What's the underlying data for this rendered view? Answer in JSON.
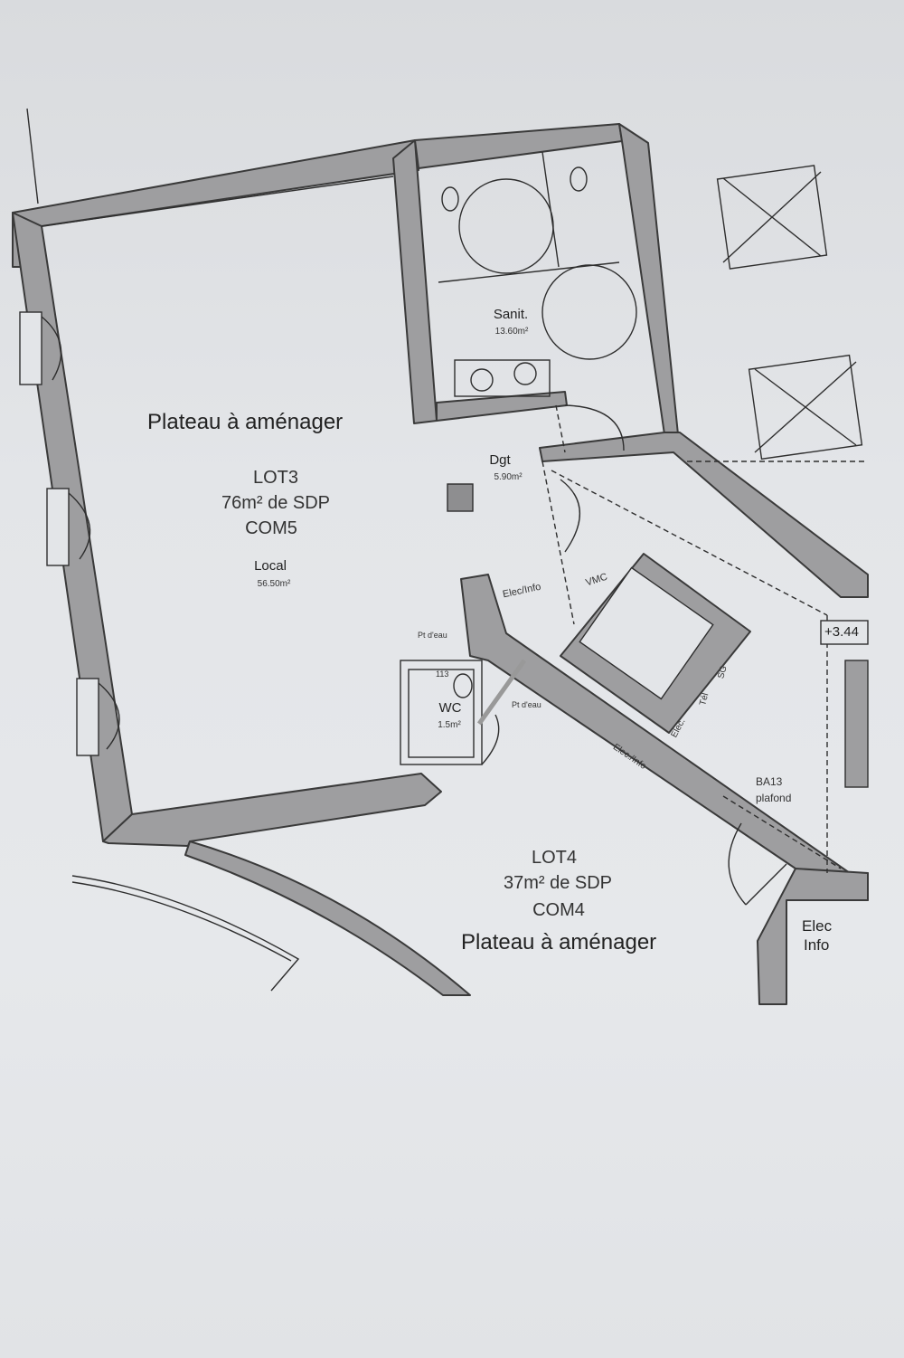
{
  "rooms": {
    "lot3_title": "Plateau à aménager",
    "lot3_lot": "LOT3",
    "lot3_area": "76m² de SDP",
    "lot3_com": "COM5",
    "local_name": "Local",
    "local_area": "56.50m²",
    "sanit_name": "Sanit.",
    "sanit_area": "13.60m²",
    "dgt_name": "Dgt",
    "dgt_area": "5.90m²",
    "wc_name": "WC",
    "wc_area": "1.5m²",
    "wc_dim": "113",
    "lot4_lot": "LOT4",
    "lot4_area": "37m² de SDP",
    "lot4_com": "COM4",
    "lot4_title": "Plateau à aménager",
    "elec_info_line1": "Elec",
    "elec_info_line2": "Info"
  },
  "annotations": {
    "elec_finfo": "Elec/Info",
    "vmc": "VMC",
    "pt_eau_1": "Pt d'eau",
    "pt_eau_2": "Pt d'eau",
    "tel": "Tél",
    "sg": "SG",
    "elec": "Elec.",
    "elec_info_diag": "Elec./Info",
    "ba13_line1": "BA13",
    "ba13_line2": "plafond",
    "level": "+3.44"
  },
  "colors": {
    "wall_fill": "#9e9ea0",
    "wall_stroke": "#3a3a3a",
    "line": "#2e2e2e",
    "paper": "#e3e5e8"
  }
}
